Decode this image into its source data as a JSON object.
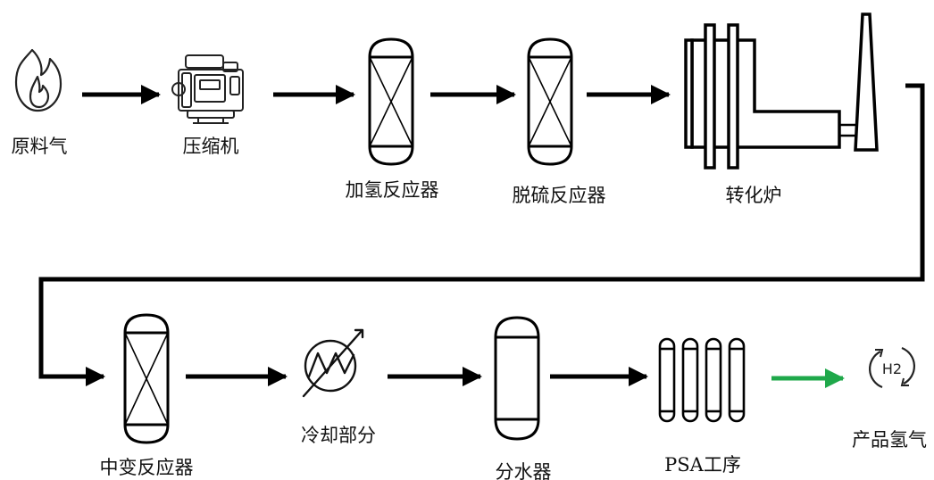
{
  "colors": {
    "line": "#000000",
    "product_arrow": "#1fa84a",
    "text": "#111111"
  },
  "steps": [
    {
      "id": "feed-gas",
      "label": "原料气",
      "icon": "flame-icon"
    },
    {
      "id": "compressor",
      "label": "压缩机",
      "icon": "compressor-icon"
    },
    {
      "id": "hydrogenation-reactor",
      "label": "加氢反应器",
      "icon": "reactor-vessel-icon"
    },
    {
      "id": "desulfurization-reactor",
      "label": "脱硫反应器",
      "icon": "reactor-vessel-icon"
    },
    {
      "id": "reformer",
      "label": "转化炉",
      "icon": "reformer-furnace-icon"
    },
    {
      "id": "shift-reactor",
      "label": "中变反应器",
      "icon": "reactor-vessel-icon"
    },
    {
      "id": "cooling",
      "label": "冷却部分",
      "icon": "heat-exchanger-icon"
    },
    {
      "id": "water-separator",
      "label": "分水器",
      "icon": "separator-vessel-icon"
    },
    {
      "id": "psa",
      "label": "PSA工序",
      "icon": "psa-columns-icon"
    },
    {
      "id": "product-hydrogen",
      "label": "产品氢气",
      "icon": "hydrogen-cycle-icon",
      "icon_text": "H2"
    }
  ]
}
